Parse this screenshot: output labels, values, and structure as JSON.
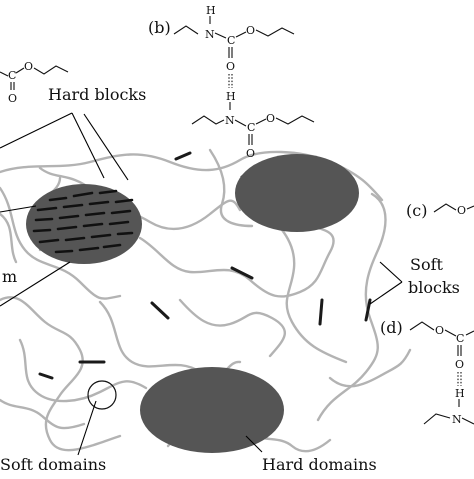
{
  "labels": {
    "hard_blocks": "Hard blocks",
    "soft_blocks_line1": "Soft",
    "soft_blocks_line2": "blocks",
    "soft_domains": "Soft domains",
    "hard_domains": "Hard domains",
    "label_b": "(b)",
    "label_c": "(c)",
    "label_d": "(d)",
    "clipped_m": "m"
  },
  "atoms": {
    "hydrogen": "H",
    "nitrogen": "N",
    "carbon": "C",
    "oxygen": "O"
  },
  "colors": {
    "domain_fill": "#555555",
    "chain_stroke": "#b3b3b3",
    "hard_segment": "#1a1a1a"
  }
}
